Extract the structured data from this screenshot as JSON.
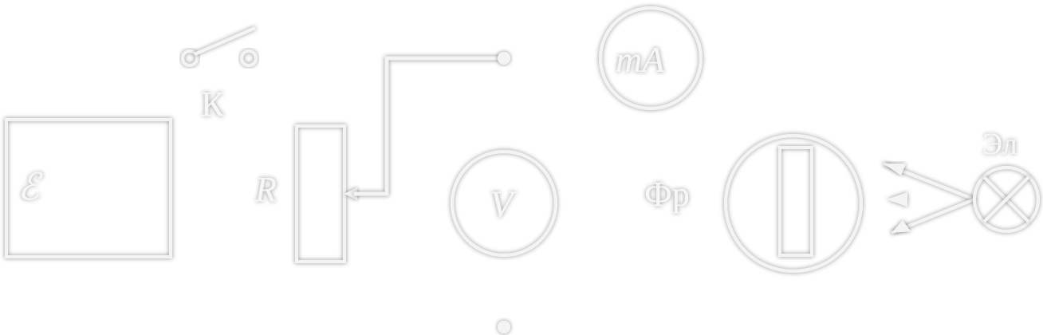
{
  "diagram": {
    "labels": {
      "source": "ℰ",
      "switch": "К",
      "rheostat": "R",
      "voltmeter": "V",
      "milliammeter": "mA",
      "photoresistor": "Фр",
      "lamp": "Эл"
    }
  }
}
